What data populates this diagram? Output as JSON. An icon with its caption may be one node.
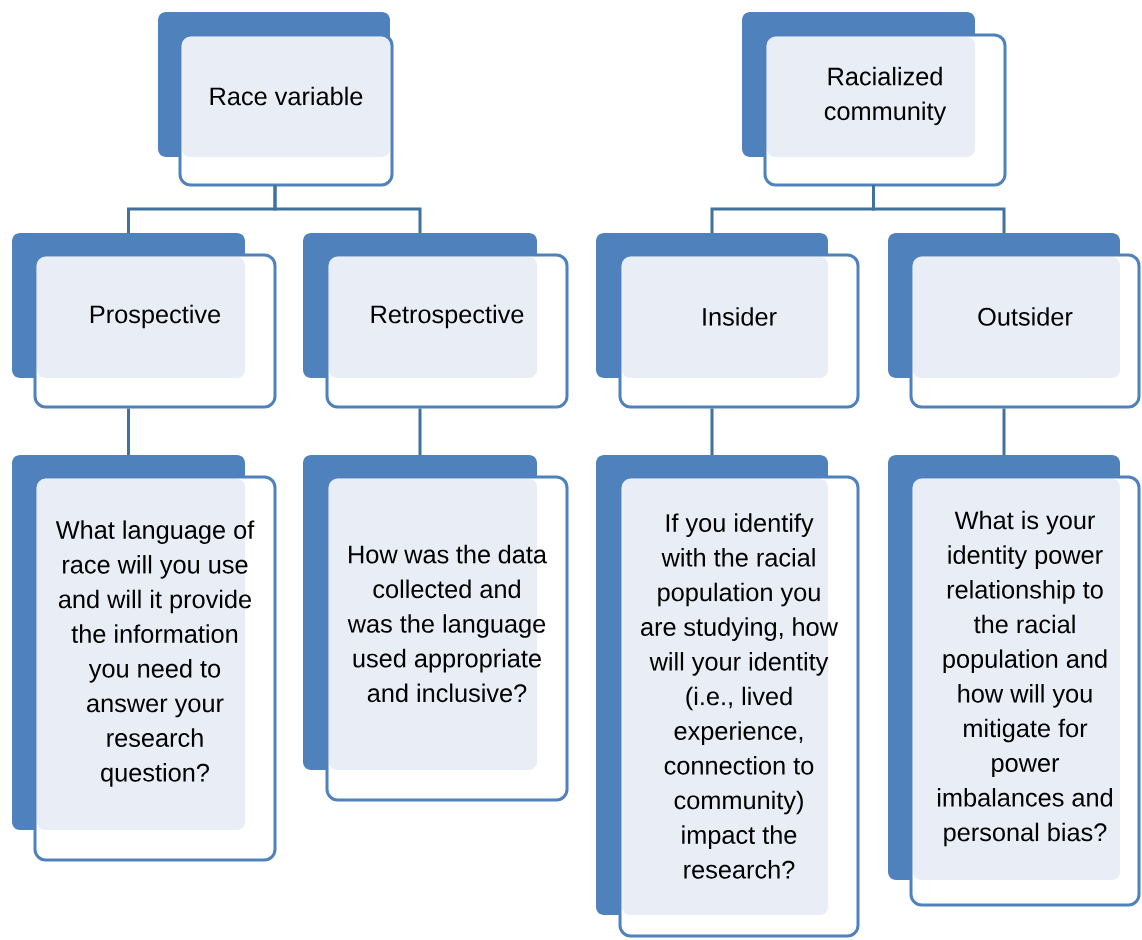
{
  "diagram": {
    "nodes": [
      {
        "text": [
          "Race variable"
        ]
      },
      {
        "text": [
          "Racialized community"
        ]
      },
      {
        "text": [
          "Prospective"
        ]
      },
      {
        "text": [
          "Retrospective"
        ]
      },
      {
        "text": [
          "Insider"
        ]
      },
      {
        "text": [
          "Outsider"
        ]
      },
      {
        "text": [
          "What language of race will you use and will it provide the information you need to answer your research question?"
        ]
      },
      {
        "text": [
          "How was the data collected and was the language used appropriate and inclusive?"
        ]
      },
      {
        "text": [
          "If you identify with the racial population you are studying, how will your identity (i.e., lived experience, connection to community) impact the research?"
        ]
      },
      {
        "text": [
          "What is your identity power relationship to the racial population and how will you mitigate for power imbalances and personal bias?"
        ]
      }
    ],
    "edges": [
      {
        "from": 0,
        "to": 2,
        "arrow": "none"
      },
      {
        "from": 0,
        "to": 3,
        "arrow": "none"
      },
      {
        "from": 1,
        "to": 4,
        "arrow": "none"
      },
      {
        "from": 1,
        "to": 5,
        "arrow": "none"
      },
      {
        "from": 2,
        "to": 6,
        "arrow": "none"
      },
      {
        "from": 3,
        "to": 7,
        "arrow": "none"
      },
      {
        "from": 4,
        "to": 8,
        "arrow": "none"
      },
      {
        "from": 5,
        "to": 9,
        "arrow": "none"
      }
    ]
  }
}
